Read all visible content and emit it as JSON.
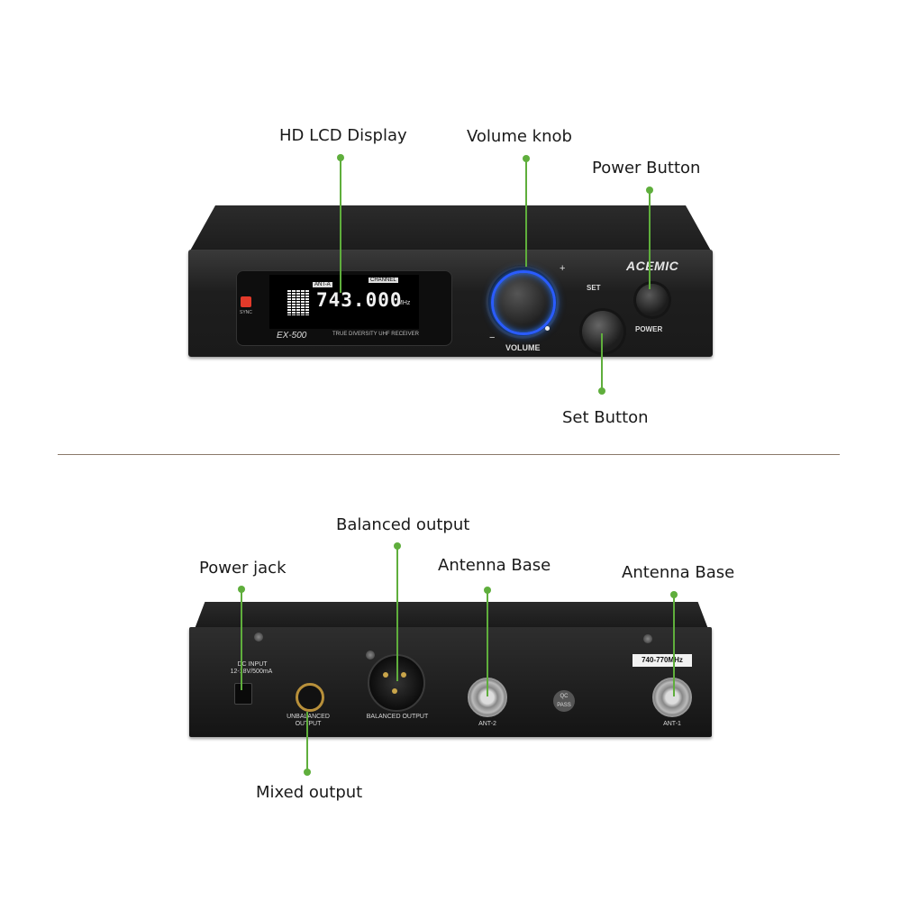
{
  "front": {
    "callouts": {
      "lcd": "HD LCD Display",
      "volume": "Volume knob",
      "power": "Power Button",
      "set": "Set Button"
    },
    "panel": {
      "brand": "ACEMIC",
      "frequency": "743.000",
      "unit": "MHz",
      "channel_tag": "CHANNEL",
      "ant_tag": "ANT-A",
      "model": "EX-500",
      "subtitle": "TRUE DIVERSITY UHF RECEIVER",
      "sync_label": "SYNC",
      "volume_label": "VOLUME",
      "set_label": "SET",
      "power_label": "POWER",
      "plus": "+",
      "minus": "−"
    }
  },
  "rear": {
    "callouts": {
      "power_jack": "Power jack",
      "balanced": "Balanced output",
      "antenna2": "Antenna Base",
      "antenna1": "Antenna Base",
      "mixed": "Mixed output"
    },
    "panel": {
      "dc_input": "DC INPUT",
      "dc_spec": "12-18V/500mA",
      "unbalanced": "UNBALANCED OUTPUT",
      "balanced": "BALANCED OUTPUT",
      "ant2": "ANT-2",
      "ant1": "ANT-1",
      "freq_range": "740-770MHz",
      "qc_top": "QC",
      "qc_bottom": "PASS"
    }
  },
  "colors": {
    "leader": "#5fae3c",
    "knob_glow": "#2a5cff"
  }
}
